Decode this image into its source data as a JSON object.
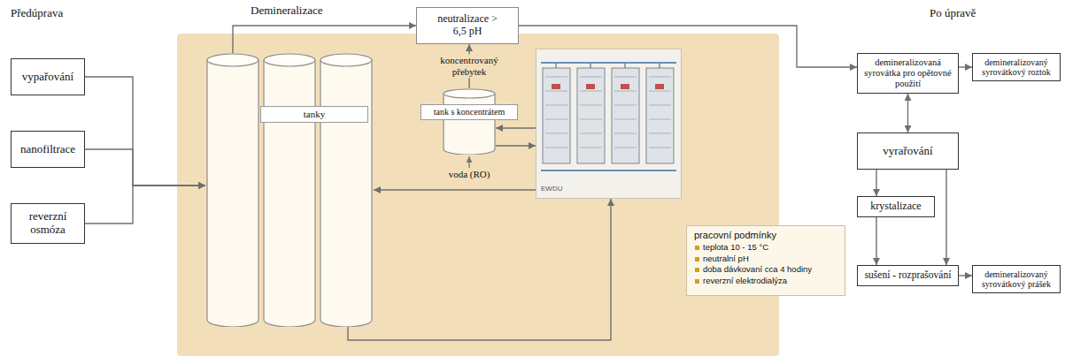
{
  "diagram": {
    "nodes": [
      {
        "text": [
          "vypařování"
        ]
      },
      {
        "text": [
          "nanofiltrace"
        ]
      },
      {
        "text": [
          "reverzní osmóza"
        ]
      },
      {
        "text": [
          "Demineralizace"
        ]
      },
      {
        "text": [
          "tanky"
        ],
        "in": 3
      },
      {
        "text": [
          "neutralizace > 6,5 pH"
        ],
        "in": 3
      },
      {
        "text": [
          "tank s koncentrátem"
        ],
        "in": 3
      },
      {
        "text": [
          "EWDU"
        ],
        "in": 3
      },
      {
        "text": [
          "pracovní podmínky",
          "teplota 10 - 15 °C",
          "neutralní pH",
          "doba dávkovaní cca 4 hodiny",
          "reverzní elektrodialýza"
        ],
        "in": 3
      },
      {
        "text": [
          "demineralizovaná syrovátka pro opětovné použití"
        ]
      },
      {
        "text": [
          "demineralizovaný syrovátkový roztok"
        ]
      },
      {
        "text": [
          "vyrařování"
        ]
      },
      {
        "text": [
          "krystalizace"
        ]
      },
      {
        "text": [
          "sušení - rozprašování"
        ]
      },
      {
        "text": [
          "demineralizovaný syrovátkový prášek"
        ]
      }
    ],
    "edges": [
      {
        "from": 0,
        "to": 4,
        "arrow": "to"
      },
      {
        "from": 1,
        "to": 4,
        "arrow": "to"
      },
      {
        "from": 2,
        "to": 4,
        "arrow": "to"
      },
      {
        "from": 4,
        "to": 5,
        "arrow": "to"
      },
      {
        "from": 7,
        "to": 4,
        "arrow": "to"
      },
      {
        "from": 6,
        "to": 5,
        "label": "koncentrovaný přebytek",
        "arrow": "to"
      },
      {
        "from": 7,
        "to": 6,
        "arrow": "to"
      },
      {
        "from": 6,
        "to": 7,
        "arrow": "to"
      },
      {
        "from": 4,
        "to": 7,
        "arrow": "to"
      },
      {
        "from": 5,
        "to": 9,
        "arrow": "to"
      },
      {
        "from": 9,
        "to": 10,
        "arrow": "to"
      },
      {
        "from": 9,
        "to": 11,
        "arrow": "both"
      },
      {
        "from": 11,
        "to": 12,
        "arrow": "to"
      },
      {
        "from": 11,
        "to": 13,
        "arrow": "to"
      },
      {
        "from": 12,
        "to": 13,
        "arrow": "to"
      },
      {
        "from": 13,
        "to": 14,
        "arrow": "to"
      }
    ],
    "labels": [
      "Předúprava",
      "Po úpravě",
      "voda (RO)"
    ]
  }
}
